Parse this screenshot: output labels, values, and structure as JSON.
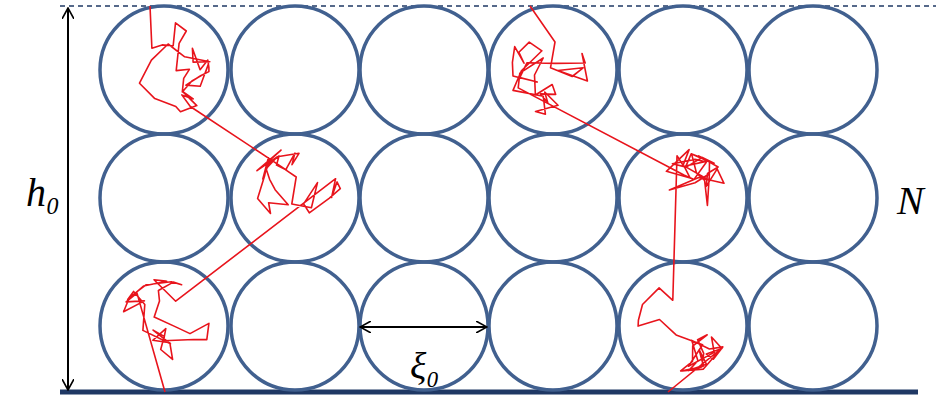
{
  "diagram": {
    "labels": [
      "h₀",
      "N",
      "ξ₀"
    ]
  }
}
